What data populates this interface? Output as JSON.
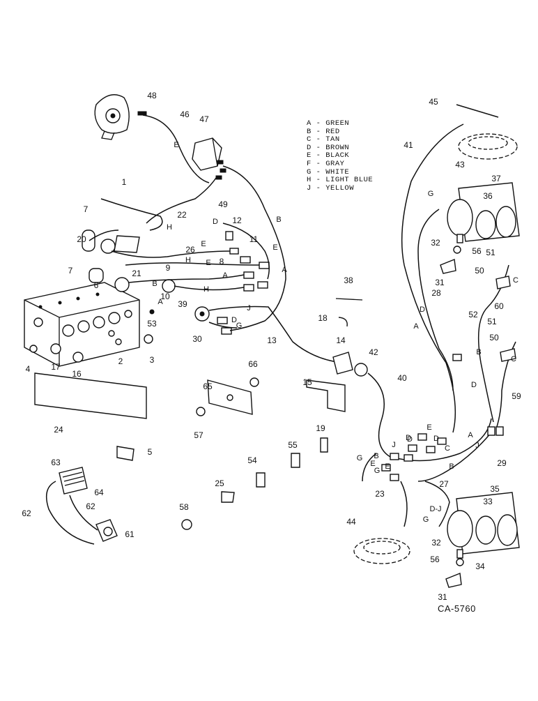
{
  "figure_code": "CA-5760",
  "legend": [
    {
      "code": "A",
      "color": "GREEN"
    },
    {
      "code": "B",
      "color": "RED"
    },
    {
      "code": "C",
      "color": "TAN"
    },
    {
      "code": "D",
      "color": "BROWN"
    },
    {
      "code": "E",
      "color": "BLACK"
    },
    {
      "code": "F",
      "color": "GRAY"
    },
    {
      "code": "G",
      "color": "WHITE"
    },
    {
      "code": "H",
      "color": "LIGHT BLUE"
    },
    {
      "code": "J",
      "color": "YELLOW"
    }
  ],
  "callouts": [
    "48",
    "46",
    "47",
    "1",
    "7",
    "22",
    "49",
    "12",
    "11",
    "20",
    "26",
    "7",
    "21",
    "9",
    "8",
    "6",
    "10",
    "39",
    "30",
    "53",
    "3",
    "4",
    "17",
    "16",
    "2",
    "24",
    "5",
    "13",
    "18",
    "14",
    "42",
    "38",
    "15",
    "40",
    "19",
    "55",
    "54",
    "65",
    "66",
    "57",
    "25",
    "58",
    "63",
    "64",
    "62",
    "62",
    "61",
    "45",
    "41",
    "43",
    "37",
    "36",
    "32",
    "56",
    "51",
    "31",
    "50",
    "28",
    "60",
    "52",
    "51",
    "50",
    "59",
    "29",
    "27",
    "35",
    "33",
    "23",
    "44",
    "32",
    "56",
    "34",
    "31"
  ],
  "wire_letters": [
    "E",
    "B",
    "D",
    "H",
    "E",
    "E",
    "H",
    "E",
    "A",
    "A",
    "H",
    "J",
    "D",
    "G",
    "A",
    "B",
    "A",
    "D",
    "D",
    "J",
    "B",
    "G",
    "E",
    "B",
    "D",
    "E",
    "G",
    "C",
    "C",
    "B",
    "D-J",
    "E",
    "G",
    "G",
    "J",
    "D",
    "D",
    "C",
    "A"
  ]
}
